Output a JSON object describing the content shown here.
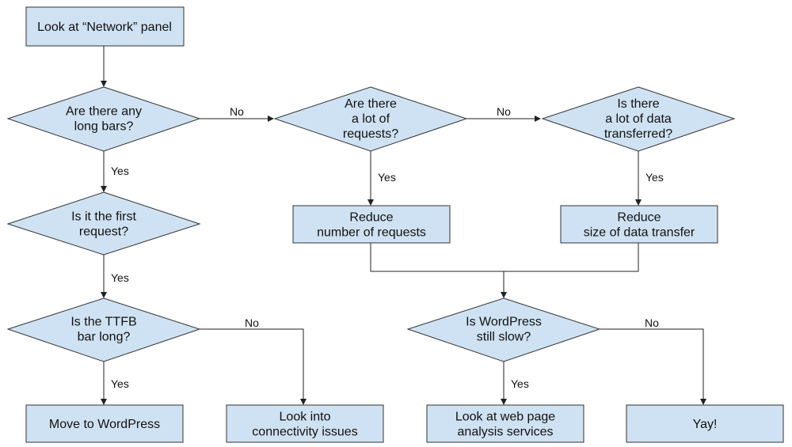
{
  "colors": {
    "node_fill": "#cfe2f3",
    "node_stroke": "#333333",
    "edge": "#222222",
    "background": "#ffffff"
  },
  "nodes": {
    "network_panel": {
      "label": [
        "Look at “Network” panel"
      ]
    },
    "long_bars": {
      "label": [
        "Are there any",
        "long bars?"
      ]
    },
    "many_requests": {
      "label": [
        "Are there",
        "a lot of",
        "requests?"
      ]
    },
    "data_transferred": {
      "label": [
        "Is there",
        "a lot of data",
        "transferred?"
      ]
    },
    "first_request": {
      "label": [
        "Is it the first",
        "request?"
      ]
    },
    "reduce_requests": {
      "label": [
        "Reduce",
        "number of requests"
      ]
    },
    "reduce_transfer": {
      "label": [
        "Reduce",
        "size of data transfer"
      ]
    },
    "ttfb_long": {
      "label": [
        "Is the TTFB",
        "bar long?"
      ]
    },
    "still_slow": {
      "label": [
        "Is WordPress",
        "still slow?"
      ]
    },
    "move_wordpress": {
      "label": [
        "Move to WordPress"
      ]
    },
    "connectivity": {
      "label": [
        "Look into",
        "connectivity issues"
      ]
    },
    "analysis_services": {
      "label": [
        "Look at web page",
        "analysis services"
      ]
    },
    "yay": {
      "label": [
        "Yay!"
      ]
    }
  },
  "edge_labels": {
    "long_bars_no": "No",
    "long_bars_yes": "Yes",
    "many_requests_no": "No",
    "many_requests_yes": "Yes",
    "data_transferred_yes": "Yes",
    "first_request_yes": "Yes",
    "ttfb_no": "No",
    "ttfb_yes": "Yes",
    "still_slow_no": "No",
    "still_slow_yes": "Yes"
  }
}
